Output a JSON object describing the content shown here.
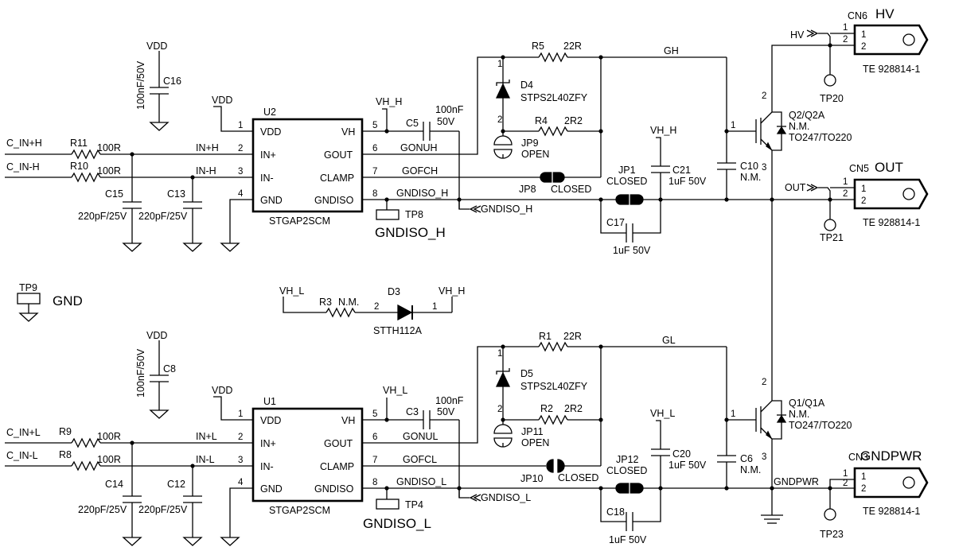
{
  "nets": {
    "vdd": "VDD",
    "vh_h": "VH_H",
    "vh_l": "VH_L",
    "c_in_h_pos": "C_IN+H",
    "c_in_h_neg": "C_IN-H",
    "c_in_l_pos": "C_IN+L",
    "c_in_l_neg": "C_IN-L",
    "in_h_pos": "IN+H",
    "in_h_neg": "IN-H",
    "in_l_pos": "IN+L",
    "in_l_neg": "IN-L",
    "gonuh": "GONUH",
    "gofch": "GOFCH",
    "gndiso_h": "GNDISO_H",
    "gonul": "GONUL",
    "gofcl": "GOFCL",
    "gndiso_l": "GNDISO_L",
    "gh": "GH",
    "gl": "GL",
    "hv": "HV",
    "out": "OUT",
    "gndpwr": "GNDPWR",
    "gnd": "GND"
  },
  "ic": {
    "u2": {
      "ref": "U2",
      "value": "STGAP2SCM"
    },
    "u1": {
      "ref": "U1",
      "value": "STGAP2SCM"
    },
    "pins_left": [
      "VDD",
      "IN+",
      "IN-",
      "GND"
    ],
    "pins_right": [
      "VH",
      "GOUT",
      "CLAMP",
      "GNDISO"
    ],
    "nums_left": [
      "1",
      "2",
      "3",
      "4"
    ],
    "nums_right": [
      "5",
      "6",
      "7",
      "8"
    ]
  },
  "resistors": {
    "r11": {
      "ref": "R11",
      "value": "100R"
    },
    "r10": {
      "ref": "R10",
      "value": "100R"
    },
    "r9": {
      "ref": "R9",
      "value": "100R"
    },
    "r8": {
      "ref": "R8",
      "value": "100R"
    },
    "r5": {
      "ref": "R5",
      "value": "22R"
    },
    "r4": {
      "ref": "R4",
      "value": "2R2"
    },
    "r1": {
      "ref": "R1",
      "value": "22R"
    },
    "r2": {
      "ref": "R2",
      "value": "2R2"
    },
    "r3": {
      "ref": "R3",
      "value": "N.M."
    }
  },
  "capacitors": {
    "c16": {
      "ref": "C16",
      "value": "100nF/50V"
    },
    "c8": {
      "ref": "C8",
      "value": "100nF/50V"
    },
    "c15": {
      "ref": "C15",
      "value": "220pF/25V"
    },
    "c13": {
      "ref": "C13",
      "value": "220pF/25V"
    },
    "c14": {
      "ref": "C14",
      "value": "220pF/25V"
    },
    "c12": {
      "ref": "C12",
      "value": "220pF/25V"
    },
    "c5": {
      "ref": "C5",
      "value": "100nF",
      "value2": "50V"
    },
    "c3": {
      "ref": "C3",
      "value": "100nF",
      "value2": "50V"
    },
    "c21": {
      "ref": "C21",
      "value": "1uF 50V"
    },
    "c20": {
      "ref": "C20",
      "value": "1uF 50V"
    },
    "c17": {
      "ref": "C17",
      "value": "1uF 50V"
    },
    "c18": {
      "ref": "C18",
      "value": "1uF 50V"
    },
    "c10": {
      "ref": "C10",
      "value": "N.M."
    },
    "c6": {
      "ref": "C6",
      "value": "N.M."
    }
  },
  "diodes": {
    "d4": {
      "ref": "D4",
      "value": "STPS2L40ZFY"
    },
    "d5": {
      "ref": "D5",
      "value": "STPS2L40ZFY"
    },
    "d3": {
      "ref": "D3",
      "value": "STTH112A"
    }
  },
  "jumpers": {
    "jp9": {
      "ref": "JP9",
      "state": "OPEN"
    },
    "jp11": {
      "ref": "JP11",
      "state": "OPEN"
    },
    "jp8": {
      "ref": "JP8",
      "state": "CLOSED"
    },
    "jp10": {
      "ref": "JP10",
      "state": "CLOSED"
    },
    "jp1": {
      "ref": "JP1",
      "state": "CLOSED"
    },
    "jp12": {
      "ref": "JP12",
      "state": "CLOSED"
    }
  },
  "transistors": {
    "q2": {
      "ref": "Q2/Q2A",
      "value": "N.M.",
      "pkg": "TO247/TO220"
    },
    "q1": {
      "ref": "Q1/Q1A",
      "value": "N.M.",
      "pkg": "TO247/TO220"
    }
  },
  "connectors": {
    "cn6": {
      "ref": "CN6",
      "part": "TE 928814-1"
    },
    "cn5": {
      "ref": "CN5",
      "part": "TE 928814-1"
    },
    "cn3": {
      "ref": "CN3",
      "part": "TE 928814-1"
    }
  },
  "testpoints": {
    "tp20": "TP20",
    "tp21": "TP21",
    "tp23": "TP23",
    "tp8": "TP8",
    "tp4": "TP4",
    "tp9": "TP9"
  },
  "pin_numbers": {
    "one": "1",
    "two": "2",
    "three": "3"
  }
}
